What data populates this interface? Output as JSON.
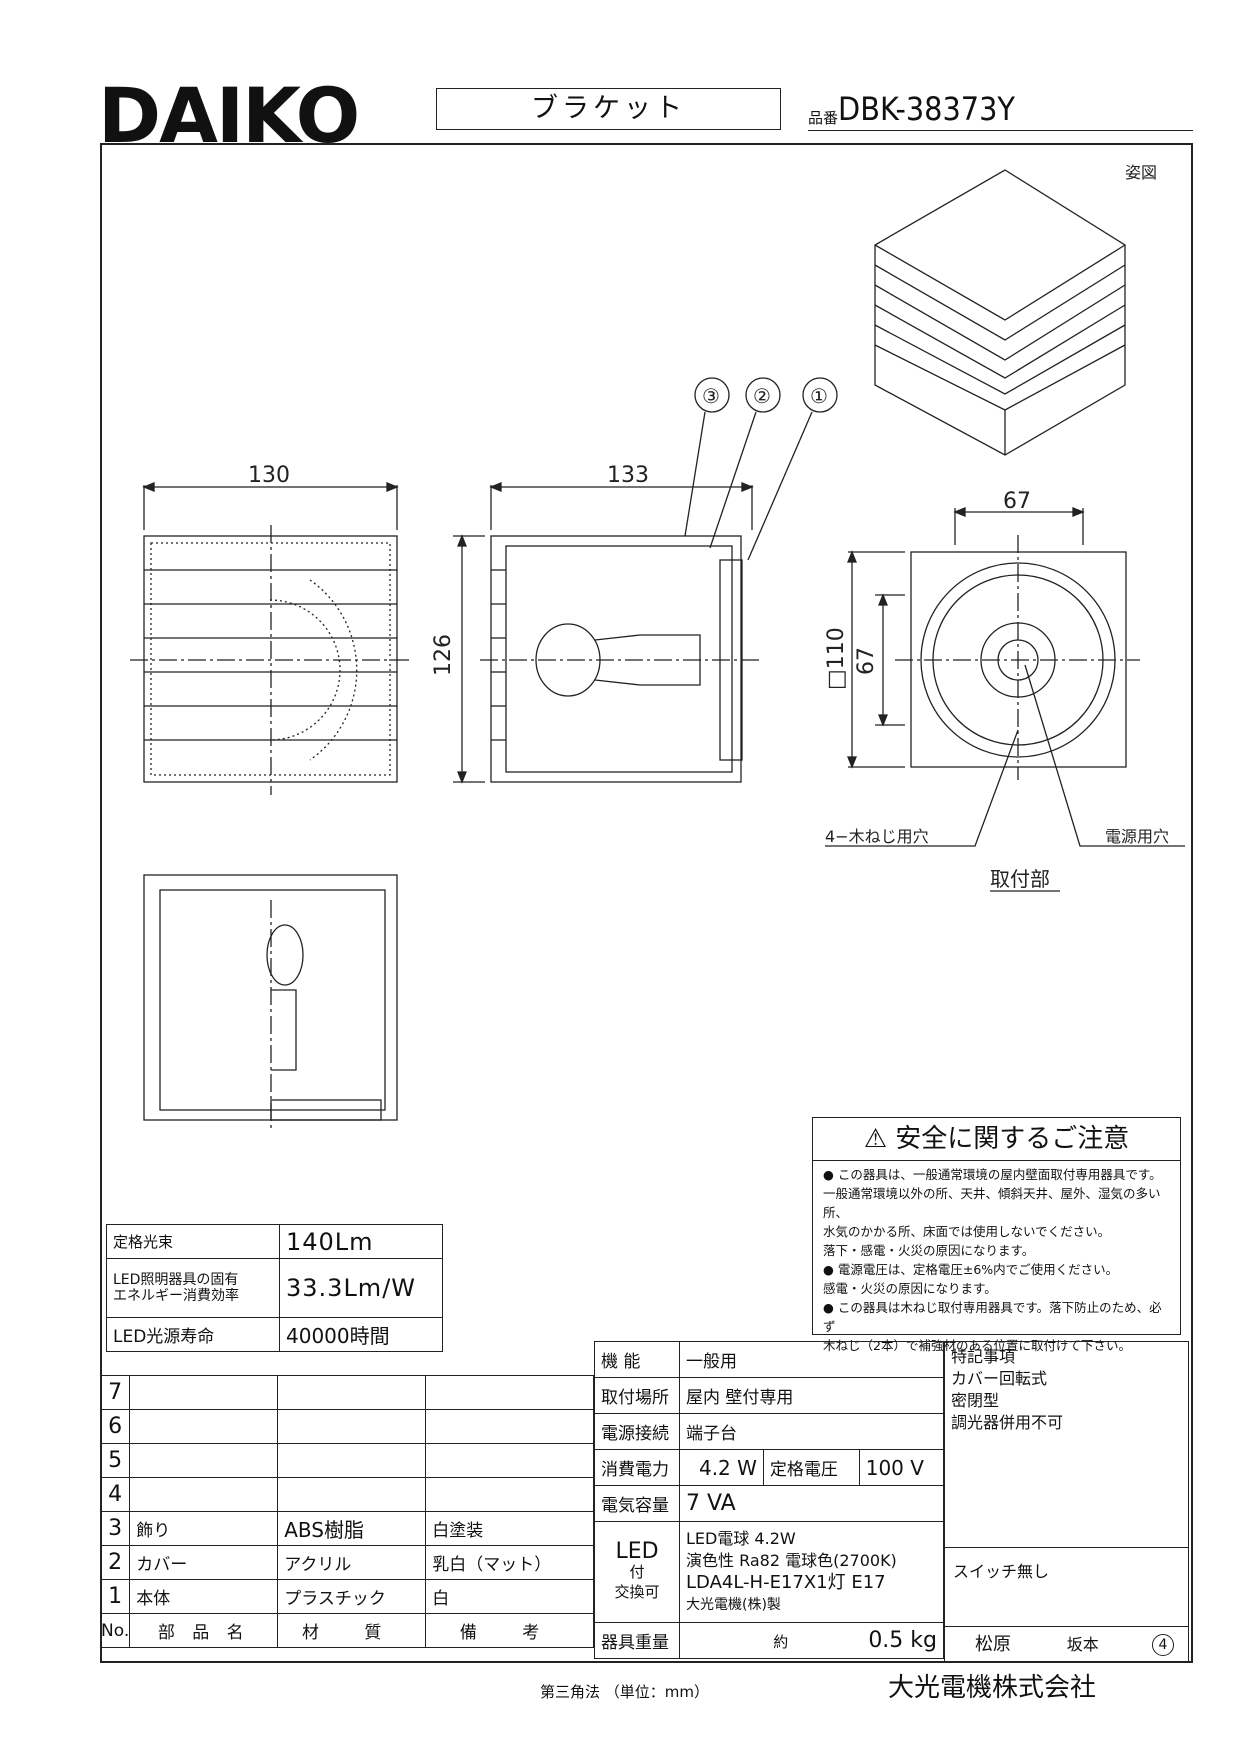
{
  "header": {
    "logo": "DAIKO",
    "product_type": "ブラケット",
    "model_label": "品番",
    "model_number": "DBK-38373Y"
  },
  "drawing": {
    "view_label": "姿図",
    "dim_front_width": "130",
    "dim_side_width": "133",
    "dim_side_height": "126",
    "dim_mount_width": "67",
    "dim_mount_height": "67",
    "dim_mount_square": "□110",
    "callouts": [
      "③",
      "②",
      "①"
    ],
    "screw_hole_label": "4−木ねじ用穴",
    "power_hole_label": "電源用穴",
    "mount_label": "取付部"
  },
  "notice": {
    "title": "安全に関するご注意",
    "lines": [
      "● この器具は、一般通常環境の屋内壁面取付専用器具です。",
      "一般通常環境以外の所、天井、傾斜天井、屋外、湿気の多い所、",
      "水気のかかる所、床面では使用しないでください。",
      "落下・感電・火災の原因になります。",
      "● 電源電圧は、定格電圧±6%内でご使用ください。",
      "感電・火災の原因になります。",
      "● この器具は木ねじ取付専用器具です。落下防止のため、必ず",
      "木ねじ（2本）で補強材のある位置に取付けて下さい。"
    ]
  },
  "light_spec": [
    {
      "label": "定格光束",
      "value": "140Lm"
    },
    {
      "label": "LED照明器具の固有\nエネルギー消費効率",
      "value": "33.3Lm/W"
    },
    {
      "label": "LED光源寿命",
      "value": "40000時間"
    }
  ],
  "parts": {
    "rows": [
      {
        "no": "7",
        "name": "",
        "material": "",
        "note": ""
      },
      {
        "no": "6",
        "name": "",
        "material": "",
        "note": ""
      },
      {
        "no": "5",
        "name": "",
        "material": "",
        "note": ""
      },
      {
        "no": "4",
        "name": "",
        "material": "",
        "note": ""
      },
      {
        "no": "3",
        "name": "飾り",
        "material": "ABS樹脂",
        "note": "白塗装"
      },
      {
        "no": "2",
        "name": "カバー",
        "material": "アクリル",
        "note": "乳白（マット）"
      },
      {
        "no": "1",
        "name": "本体",
        "material": "プラスチック",
        "note": "白"
      }
    ],
    "header": {
      "no": "No.",
      "name": "部 品 名",
      "material": "材 質",
      "note": "備 考"
    }
  },
  "spec": {
    "function_label": "機 能",
    "function": "一般用",
    "location_label": "取付場所",
    "location": "屋内 壁付専用",
    "connection_label": "電源接続",
    "connection": "端子台",
    "power_label": "消費電力",
    "power": "4.2 W",
    "voltage_label": "定格電圧",
    "voltage": "100 V",
    "capacity_label": "電気容量",
    "capacity": "7 VA",
    "led_label_1": "LED",
    "led_label_2": "付",
    "led_label_3": "交換可",
    "led_line1": "LED電球 4.2W",
    "led_line2": "演色性 Ra82 電球色(2700K)",
    "led_line3": "LDA4L-H-E17X1灯 E17",
    "led_line4": "大光電機(株)製",
    "weight_label": "器具重量",
    "weight_prefix": "約",
    "weight": "0.5 kg"
  },
  "remarks": {
    "title": "特記事項",
    "items": [
      "カバー回転式",
      "密閉型",
      "調光器併用不可"
    ],
    "switch": "スイッチ無し"
  },
  "signature": {
    "person1": "松原",
    "person2": "坂本",
    "rev": "4"
  },
  "footer": {
    "projection": "第三角法 （単位：mm）",
    "company": "大光電機株式会社"
  }
}
